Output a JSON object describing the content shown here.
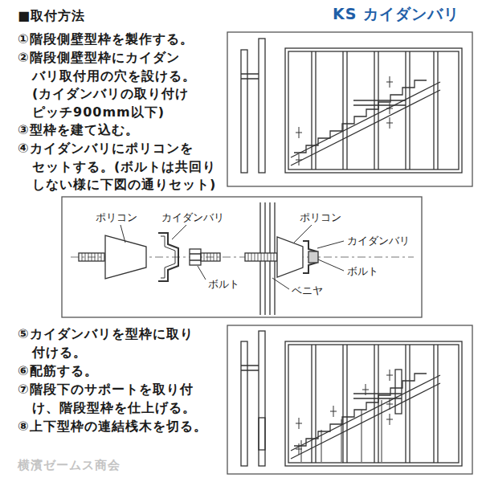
{
  "diagram": {
    "title": "■取付方法",
    "labels": [
      "KS カイダンバリ",
      "①階段側壁型枠を製作する。",
      "②階段側壁型枠にカイダン バリ取付用の穴を設ける。",
      "(カイダンバリの取り付け ピッチ900mm以下)",
      "③型枠を建て込む。",
      "④カイダンバリにポリコンを セットする。(ボルトは共回り しない様に下図の通りセット)",
      "ポリコン",
      "カイダンバリ",
      "ボルト",
      "ポリコン",
      "カイダンバリ",
      "ボルト",
      "ベニヤ",
      "⑤カイダンバリを型枠に取り 付ける。",
      "⑥配筋する。",
      "⑦階段下のサポートを取り付 け、階段型枠を仕上げる。",
      "⑧上下型枠の連結桟木を切る。",
      "横濱ゼームス商会"
    ]
  }
}
